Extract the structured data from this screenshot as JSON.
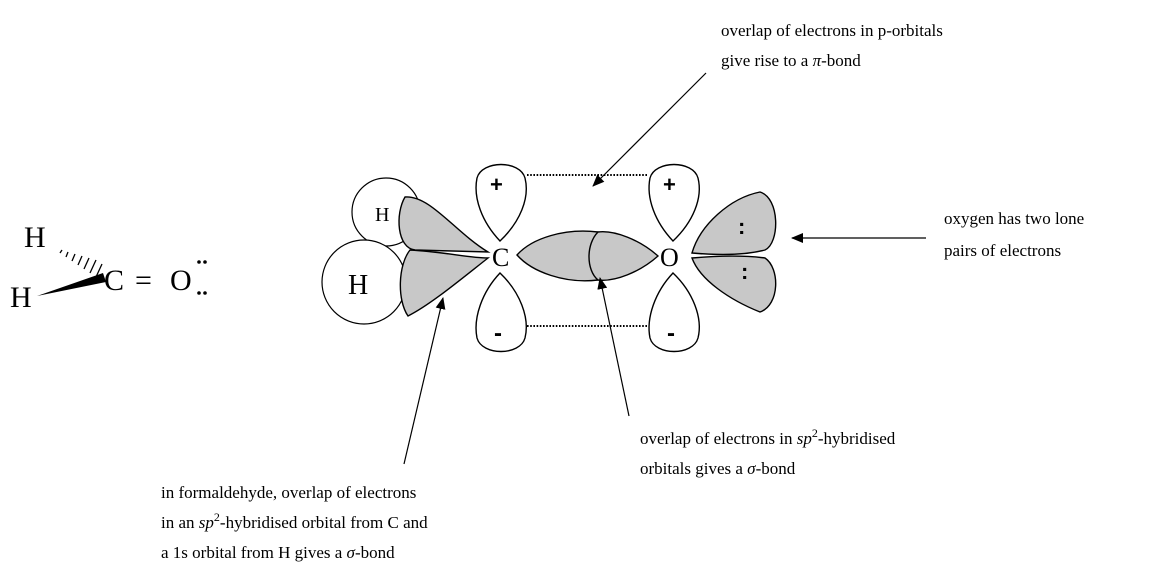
{
  "structure": {
    "atom_h1": "H",
    "atom_h2": "H",
    "atom_c": "C",
    "bond": "=",
    "atom_o": "O"
  },
  "orbitals": {
    "h_small": "H",
    "h_large": "H",
    "carbon": "C",
    "oxygen": "O",
    "plus": "+",
    "minus": "-",
    "lone_pair": ":"
  },
  "labels": {
    "pi_line1": "overlap of electrons in p-orbitals",
    "pi_line2_a": "give rise to a ",
    "pi_symbol": "π",
    "pi_line2_b": "-bond",
    "lone_line1": "oxygen has two lone",
    "lone_line2": "pairs of electrons",
    "sp2_line1_a": "overlap of electrons in ",
    "sp2_italic": "sp",
    "sp2_sup": "2",
    "sp2_line1_b": "-hybridised",
    "sp2_line2_a": "orbitals gives a ",
    "sigma_symbol": "σ",
    "sp2_line2_b": "-bond",
    "form_line1": "in formaldehyde, overlap of electrons",
    "form_line2_a": "in an ",
    "form_italic": "sp",
    "form_sup": "2",
    "form_line2_b": "-hybridised orbital from C and",
    "form_line3_a": "a 1s orbital from H gives a  ",
    "form_sigma": "σ",
    "form_line3_b": "-bond"
  }
}
